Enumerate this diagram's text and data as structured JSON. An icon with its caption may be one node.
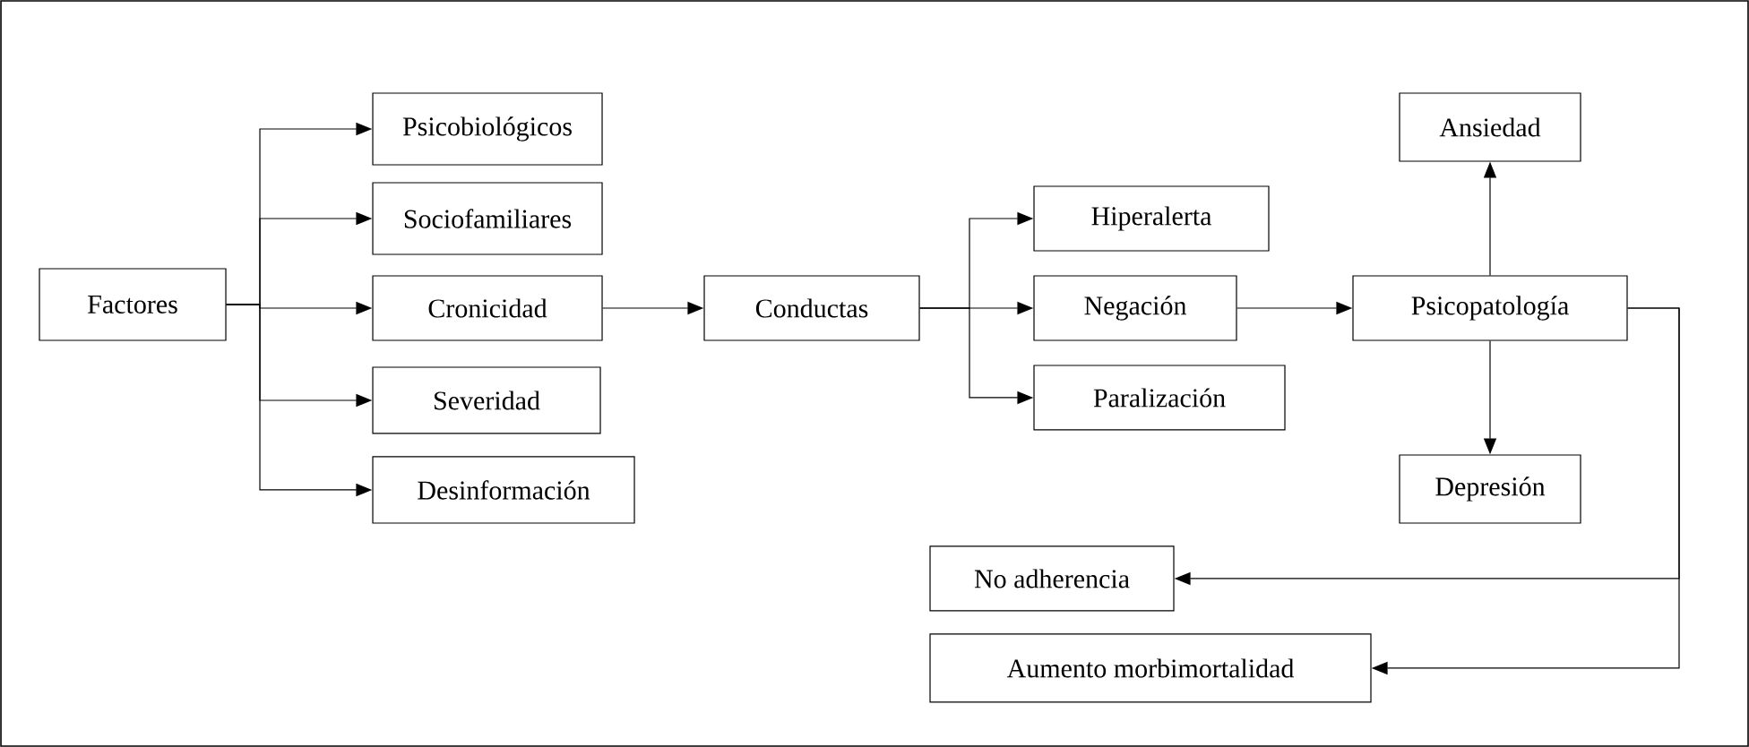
{
  "diagram": {
    "nodes": [
      {
        "text": [
          "Factores"
        ]
      },
      {
        "text": [
          "Psicobiológicos"
        ]
      },
      {
        "text": [
          "Sociofamiliares"
        ]
      },
      {
        "text": [
          "Cronicidad"
        ]
      },
      {
        "text": [
          "Severidad"
        ]
      },
      {
        "text": [
          "Desinformación"
        ]
      },
      {
        "text": [
          "Conductas"
        ]
      },
      {
        "text": [
          "Hiperalerta"
        ]
      },
      {
        "text": [
          "Negación"
        ]
      },
      {
        "text": [
          "Paralización"
        ]
      },
      {
        "text": [
          "Ansiedad"
        ]
      },
      {
        "text": [
          "Psicopatología"
        ]
      },
      {
        "text": [
          "Depresión"
        ]
      },
      {
        "text": [
          "No adherencia"
        ]
      },
      {
        "text": [
          "Aumento morbimortalidad"
        ]
      }
    ],
    "edges": [
      {
        "from": 0,
        "to": 1,
        "arrow": "to"
      },
      {
        "from": 0,
        "to": 2,
        "arrow": "to"
      },
      {
        "from": 0,
        "to": 3,
        "arrow": "to"
      },
      {
        "from": 0,
        "to": 4,
        "arrow": "to"
      },
      {
        "from": 0,
        "to": 5,
        "arrow": "to"
      },
      {
        "from": 3,
        "to": 6,
        "arrow": "to"
      },
      {
        "from": 6,
        "to": 7,
        "arrow": "to"
      },
      {
        "from": 6,
        "to": 8,
        "arrow": "to"
      },
      {
        "from": 6,
        "to": 9,
        "arrow": "to"
      },
      {
        "from": 8,
        "to": 11,
        "arrow": "to"
      },
      {
        "from": 11,
        "to": 10,
        "arrow": "to"
      },
      {
        "from": 11,
        "to": 12,
        "arrow": "to"
      },
      {
        "from": 11,
        "to": 13,
        "arrow": "to"
      },
      {
        "from": 11,
        "to": 14,
        "arrow": "to"
      }
    ]
  }
}
